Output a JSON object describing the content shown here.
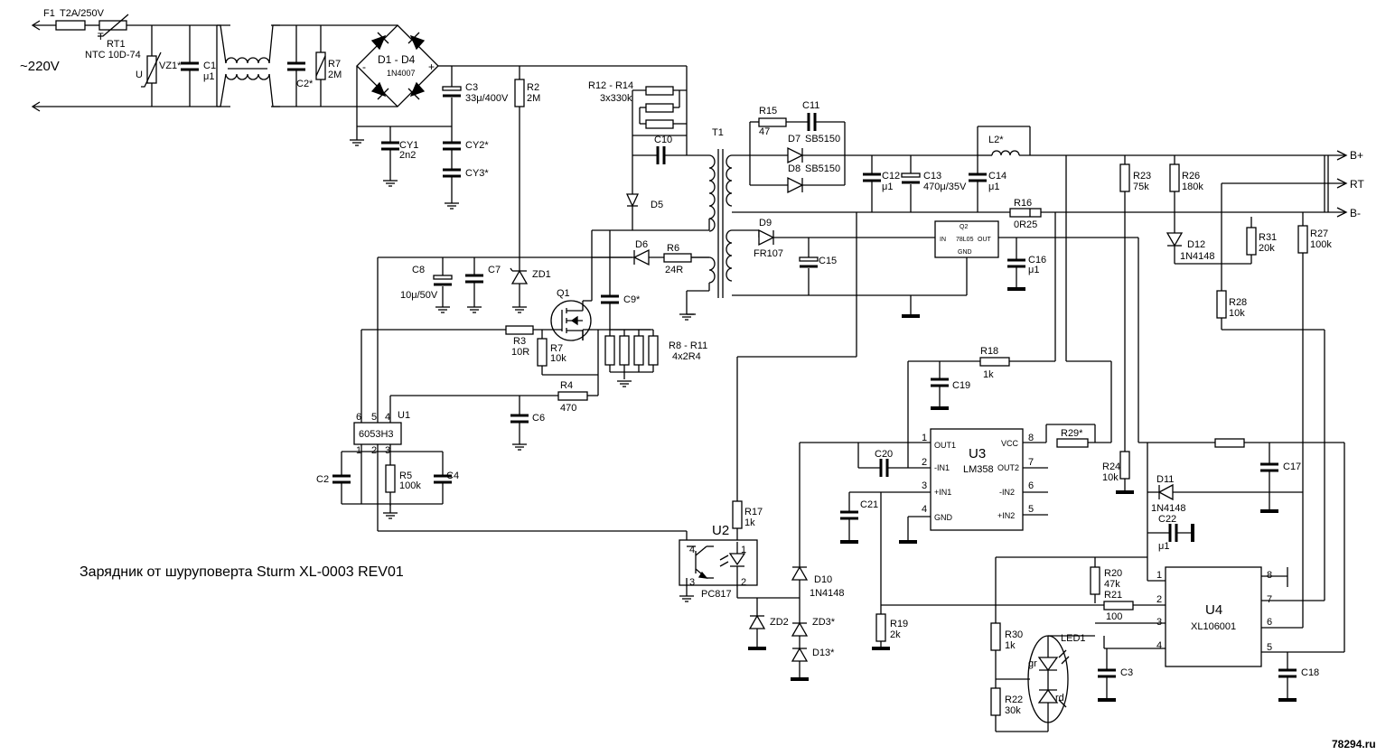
{
  "title": "Зарядник от шуруповерта Sturm  XL-0003 REV01",
  "watermark": "78294.ru",
  "terminals": {
    "mains": "~220V",
    "bplus": "B+",
    "rt": "RT",
    "bminus": "B-"
  },
  "components": {
    "F1": {
      "ref": "F1",
      "value": "T2A/250V"
    },
    "RT1": {
      "ref": "RT1",
      "value": "NTC 10D-74",
      "mark": "T"
    },
    "VZ1": {
      "ref": "VZ1*",
      "mark": "U"
    },
    "C1": {
      "ref": "C1",
      "value": "μ1"
    },
    "C2s": {
      "ref": "C2*"
    },
    "R7a": {
      "ref": "R7",
      "value": "2M"
    },
    "D1": {
      "ref": "D1 - D4",
      "value": "1N4007",
      "minus": "-",
      "plus": "+"
    },
    "C3a": {
      "ref": "C3",
      "value": "33μ/400V"
    },
    "CY1": {
      "ref": "CY1",
      "value": "2n2"
    },
    "CY2": {
      "ref": "CY2*"
    },
    "CY3": {
      "ref": "CY3*"
    },
    "R2": {
      "ref": "R2",
      "value": "2M"
    },
    "R12": {
      "ref": "R12 - R14",
      "value": "3x330k"
    },
    "C10": {
      "ref": "C10"
    },
    "D5": {
      "ref": "D5"
    },
    "T1": {
      "ref": "T1"
    },
    "R15": {
      "ref": "R15",
      "value": "47"
    },
    "C11": {
      "ref": "C11"
    },
    "D7": {
      "ref": "D7",
      "value": "SB5150"
    },
    "D8": {
      "ref": "D8",
      "value": "SB5150"
    },
    "C12": {
      "ref": "C12",
      "value": "μ1"
    },
    "C13": {
      "ref": "C13",
      "value": "470μ/35V"
    },
    "L2": {
      "ref": "L2*"
    },
    "C14": {
      "ref": "C14",
      "value": "μ1"
    },
    "R16": {
      "ref": "R16",
      "value": "0R25"
    },
    "R23": {
      "ref": "R23",
      "value": "75k"
    },
    "R26": {
      "ref": "R26",
      "value": "180k"
    },
    "D12": {
      "ref": "D12",
      "value": "1N4148"
    },
    "R31": {
      "ref": "R31",
      "value": "20k"
    },
    "R27": {
      "ref": "R27",
      "value": "100k"
    },
    "R28": {
      "ref": "R28",
      "value": "10k"
    },
    "D9": {
      "ref": "D9",
      "value": "FR107"
    },
    "C15": {
      "ref": "C15"
    },
    "Q2": {
      "ref": "Q2",
      "value": "78L05",
      "in": "IN",
      "out": "OUT",
      "gnd": "GND"
    },
    "C16": {
      "ref": "C16",
      "value": "μ1"
    },
    "D6": {
      "ref": "D6"
    },
    "R6": {
      "ref": "R6",
      "value": "24R"
    },
    "C8": {
      "ref": "C8",
      "value": "10μ/50V"
    },
    "C7": {
      "ref": "C7"
    },
    "ZD1": {
      "ref": "ZD1"
    },
    "Q1": {
      "ref": "Q1"
    },
    "C9": {
      "ref": "C9*"
    },
    "R3": {
      "ref": "R3",
      "value": "10R"
    },
    "R7b": {
      "ref": "R7",
      "value": "10k"
    },
    "R8": {
      "ref": "R8 - R11",
      "value": "4x2R4"
    },
    "R4": {
      "ref": "R4",
      "value": "470"
    },
    "C6": {
      "ref": "C6"
    },
    "U1": {
      "ref": "U1",
      "value": "6053H3",
      "pins": [
        "6",
        "5",
        "4",
        "1",
        "2",
        "3"
      ]
    },
    "C2": {
      "ref": "C2"
    },
    "R5": {
      "ref": "R5",
      "value": "100k"
    },
    "C4": {
      "ref": "C4"
    },
    "R18": {
      "ref": "R18",
      "value": "1k"
    },
    "C19": {
      "ref": "C19"
    },
    "U3": {
      "ref": "U3",
      "value": "LM358",
      "left_pins": [
        {
          "num": "1",
          "name": "OUT1"
        },
        {
          "num": "2",
          "name": "-IN1"
        },
        {
          "num": "3",
          "name": "+IN1"
        },
        {
          "num": "4",
          "name": "GND"
        }
      ],
      "right_pins": [
        {
          "num": "8",
          "name": "VCC"
        },
        {
          "num": "7",
          "name": "OUT2"
        },
        {
          "num": "6",
          "name": "-IN2"
        },
        {
          "num": "5",
          "name": "+IN2"
        }
      ]
    },
    "R29": {
      "ref": "R29*"
    },
    "C20": {
      "ref": "C20"
    },
    "C21": {
      "ref": "C21"
    },
    "R17": {
      "ref": "R17",
      "value": "1k"
    },
    "U2": {
      "ref": "U2",
      "value": "PC817",
      "pins": [
        "4",
        "1",
        "3",
        "2"
      ]
    },
    "D10": {
      "ref": "D10",
      "value": "1N4148"
    },
    "ZD2": {
      "ref": "ZD2"
    },
    "ZD3": {
      "ref": "ZD3*"
    },
    "D13": {
      "ref": "D13*"
    },
    "R19": {
      "ref": "R19",
      "value": "2k"
    },
    "R24": {
      "ref": "R24",
      "value": "10k"
    },
    "D11": {
      "ref": "D11",
      "value": "1N4148"
    },
    "C22": {
      "ref": "C22",
      "value": "μ1"
    },
    "C17": {
      "ref": "C17"
    },
    "R20": {
      "ref": "R20",
      "value": "47k"
    },
    "R21": {
      "ref": "R21",
      "value": "100"
    },
    "R30": {
      "ref": "R30",
      "value": "1k"
    },
    "R22": {
      "ref": "R22",
      "value": "30k"
    },
    "LED1": {
      "ref": "LED1",
      "gr": "gr",
      "rd": "rd"
    },
    "C3b": {
      "ref": "C3"
    },
    "U4": {
      "ref": "U4",
      "value": "XL106001",
      "left_pins": [
        "1",
        "2",
        "3",
        "4"
      ],
      "right_pins": [
        "8",
        "7",
        "6",
        "5"
      ]
    },
    "C18": {
      "ref": "C18"
    }
  }
}
